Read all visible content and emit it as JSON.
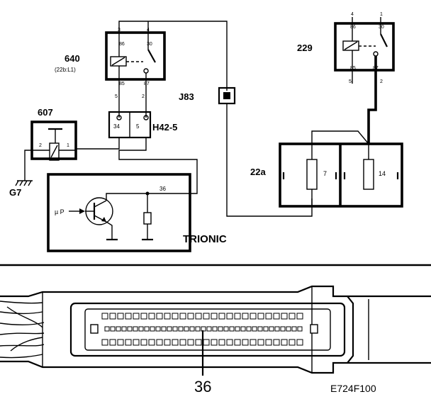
{
  "components": {
    "relay_main_relay": {
      "id": "640",
      "sub": "(22b:L1)",
      "pins": [
        "3",
        "4",
        "86",
        "30",
        "85",
        "87",
        "5",
        "2"
      ]
    },
    "relay_229": {
      "id": "229",
      "pins": [
        "4",
        "1",
        "86",
        "30",
        "85",
        "87",
        "5",
        "2"
      ]
    },
    "sensor_607": {
      "id": "607",
      "pins": [
        "2",
        "1"
      ]
    },
    "connector_h42": {
      "id": "H42-5",
      "pins": [
        "34",
        "5"
      ]
    },
    "connector_j83": {
      "id": "J83"
    },
    "fuse_box": {
      "id": "22a",
      "fuses": [
        "7",
        "14"
      ]
    },
    "ground": {
      "id": "G7"
    },
    "control_unit": {
      "id": "TRIONIC",
      "pin": "36",
      "symbol": "µ P"
    }
  },
  "connector_callout": "36",
  "figure_code": "E724F100"
}
